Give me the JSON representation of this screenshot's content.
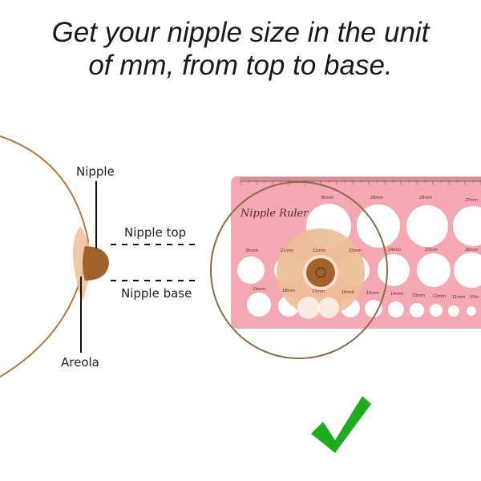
{
  "headline": {
    "line1": "Get your nipple size in the unit",
    "line2": "of mm, from top to base."
  },
  "labels": {
    "nipple": "Nipple",
    "nipple_top": "Nipple top",
    "nipple_base": "Nipple base",
    "areola": "Areola"
  },
  "ruler": {
    "title": "Nipple Ruler",
    "row1": [
      "30mm",
      "29mm",
      "28mm",
      "27mm"
    ],
    "row2": [
      "20mm",
      "21mm",
      "22mm",
      "23mm",
      "24mm",
      "25mm",
      "26mm"
    ],
    "row3": [
      "19mm",
      "18mm",
      "17mm",
      "16mm",
      "15mm",
      "14mm",
      "13mm",
      "12mm",
      "11mm",
      "10m"
    ]
  },
  "colors": {
    "skin_outline": "#b07a3e",
    "areola": "#e8b48a",
    "nipple": "#a0622a",
    "ruler": "#f4a9b2",
    "check": "#1faa1f"
  },
  "icons": {
    "check": "checkmark-icon"
  }
}
